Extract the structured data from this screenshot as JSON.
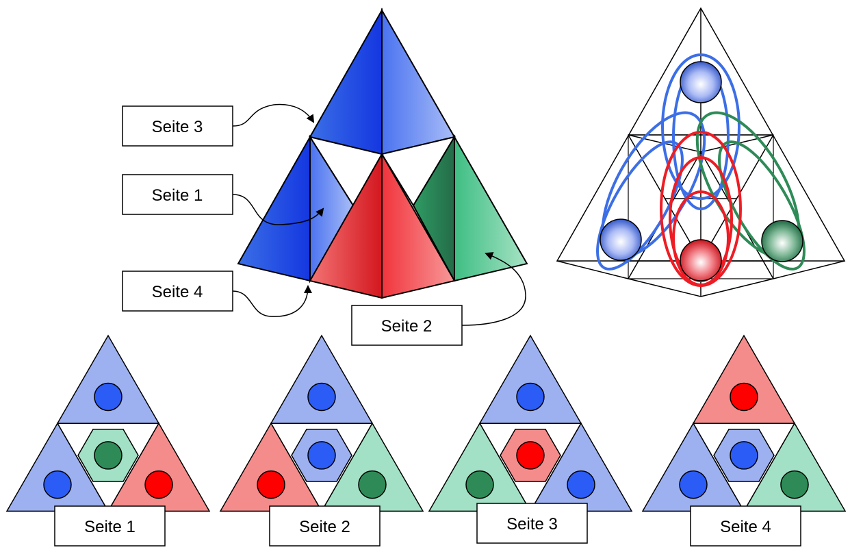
{
  "labels": {
    "top_seite3": "Seite 3",
    "top_seite1": "Seite 1",
    "top_seite4": "Seite 4",
    "top_seite2": "Seite 2",
    "bottom": [
      "Seite 1",
      "Seite 2",
      "Seite 3",
      "Seite 4"
    ]
  },
  "colors": {
    "blue": "#2f5ff0",
    "red": "#e82c36",
    "green": "#2f8a5a",
    "light_blue": "#9db1f1",
    "light_red": "#f58c8c",
    "light_green": "#a2e1c5",
    "dot_blue": "#2b5cf5",
    "dot_red": "#ff0000",
    "dot_green": "#2e8b57",
    "ring_blue": "#3c6ee6",
    "ring_red": "#ee1c24",
    "ring_green": "#2e8b57"
  },
  "nets": [
    {
      "name": "Seite 1",
      "top": "blue",
      "left": "blue",
      "right": "red",
      "center": "green"
    },
    {
      "name": "Seite 2",
      "top": "blue",
      "left": "red",
      "right": "green",
      "center": "blue"
    },
    {
      "name": "Seite 3",
      "top": "blue",
      "left": "green",
      "right": "blue",
      "center": "red"
    },
    {
      "name": "Seite 4",
      "top": "red",
      "left": "blue",
      "right": "green",
      "center": "blue"
    }
  ]
}
